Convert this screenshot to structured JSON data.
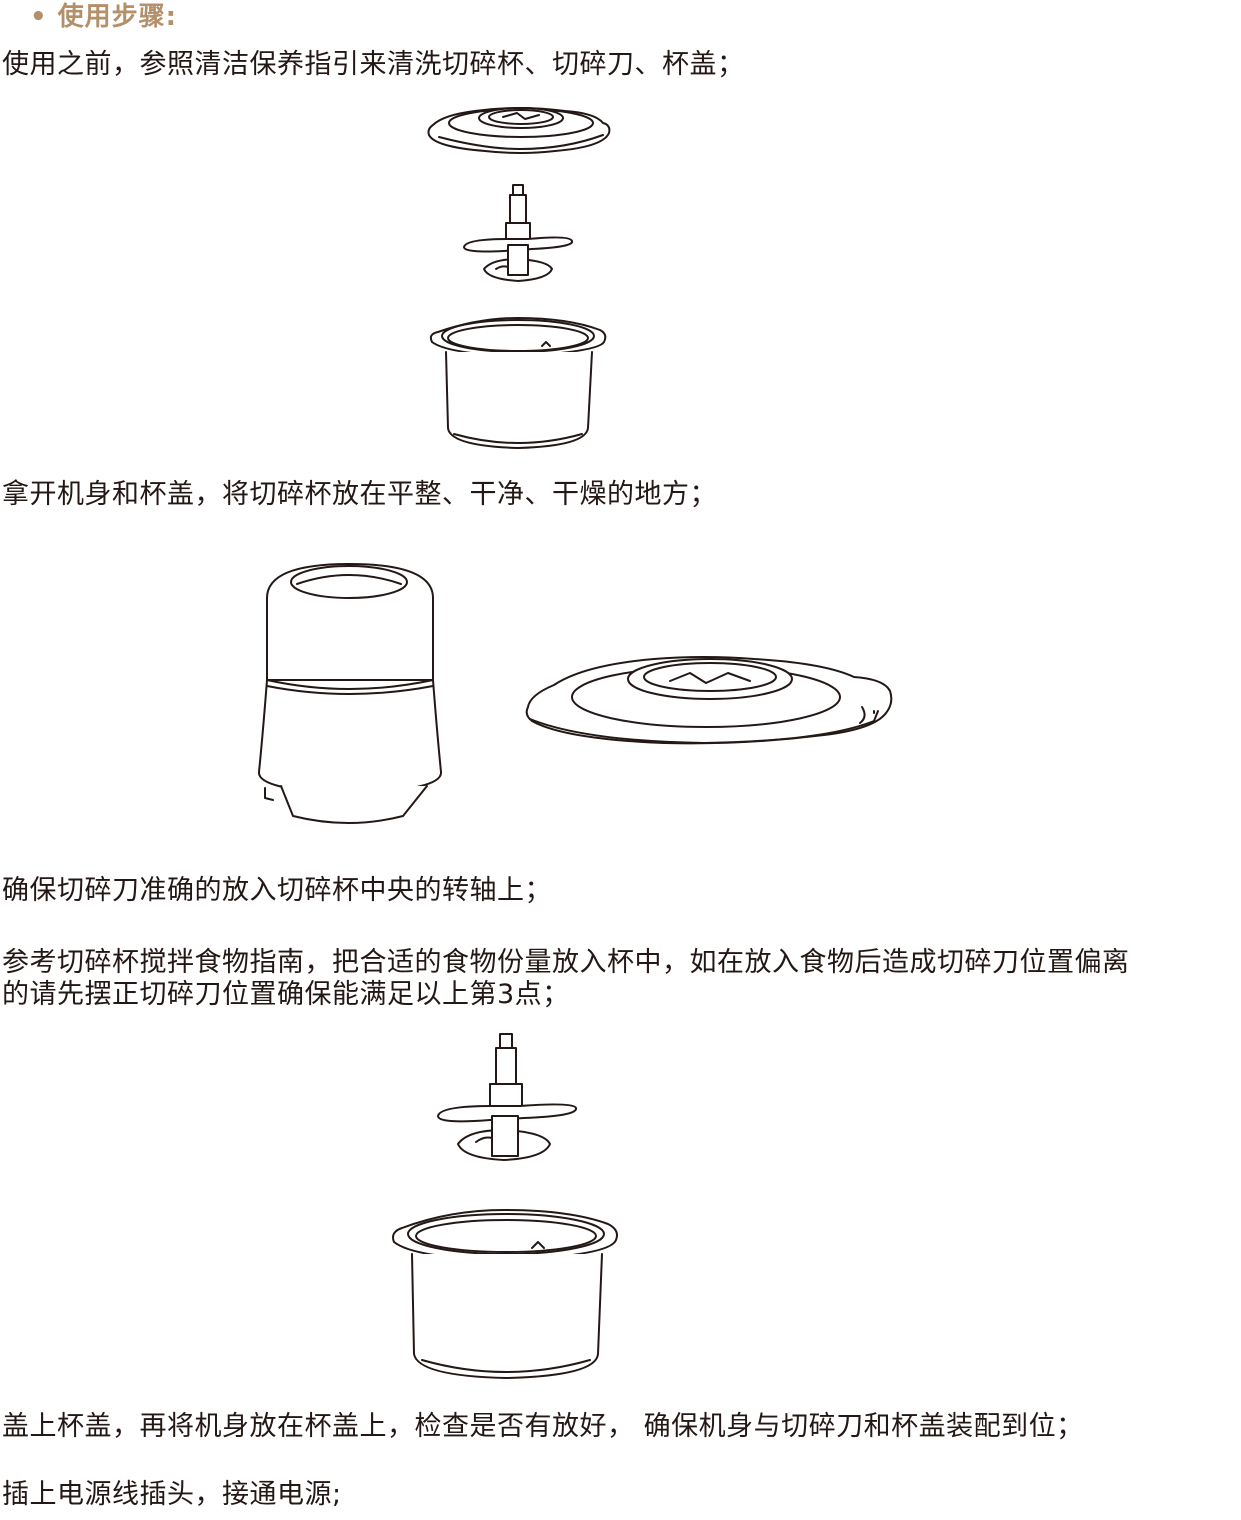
{
  "section": {
    "heading": "• 使用步骤:"
  },
  "steps": [
    "使用之前，参照清洁保养指引来清洗切碎杯、切碎刀、杯盖；",
    "拿开机身和杯盖，将切碎杯放在平整、干净、干燥的地方；",
    "确保切碎刀准确的放入切碎杯中央的转轴上；",
    "参考切碎杯搅拌食物指南，把合适的食物份量放入杯中，如在放入食物后造成切碎刀位置偏离",
    "的请先摆正切碎刀位置确保能满足以上第3点；",
    "盖上杯盖，再将机身放在杯盖上，检查是否有放好， 确保机身与切碎刀和杯盖装配到位；",
    "插上电源线插头，接通电源;"
  ]
}
